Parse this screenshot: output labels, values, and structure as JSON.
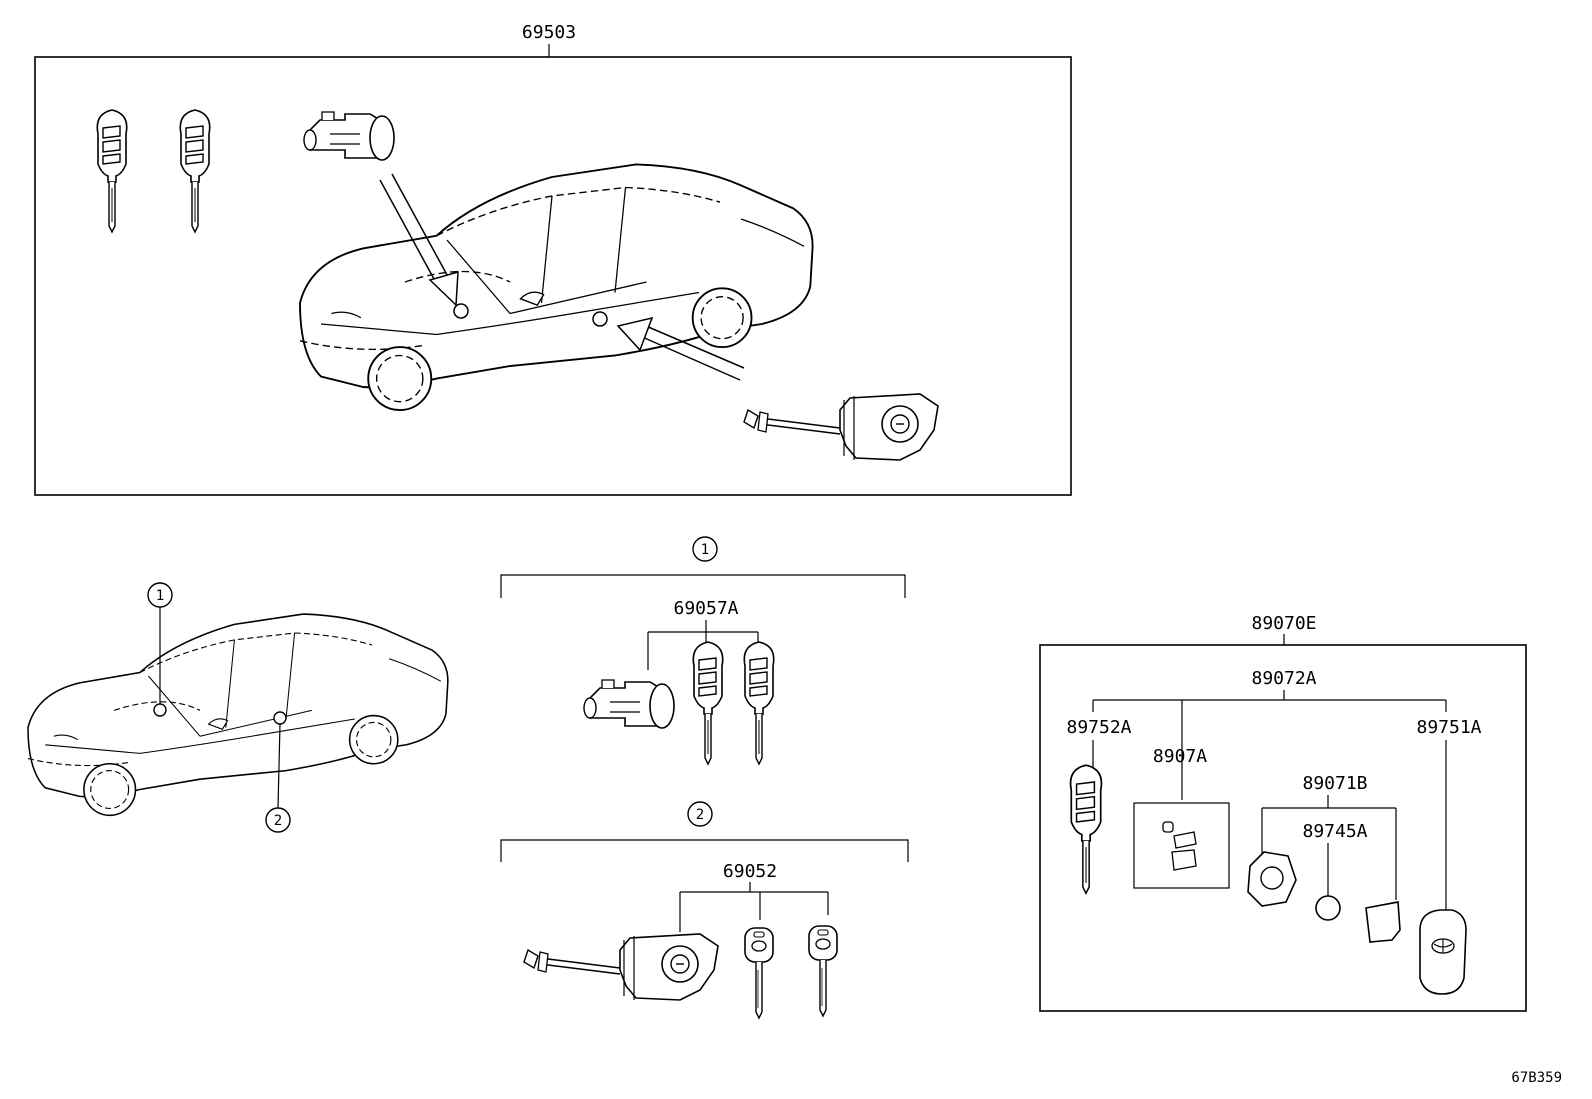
{
  "labels": {
    "kit_top": "69503",
    "callout_1": "1",
    "callout_2": "2",
    "group1_part": "69057A",
    "group2_part": "69052",
    "kit_right": "89070E",
    "sub_kit": "89072A",
    "key_left": "89752A",
    "key_case": "8907A",
    "transmitter": "89071B",
    "battery": "89745A",
    "key_right": "89751A",
    "figure_code": "67B359"
  }
}
